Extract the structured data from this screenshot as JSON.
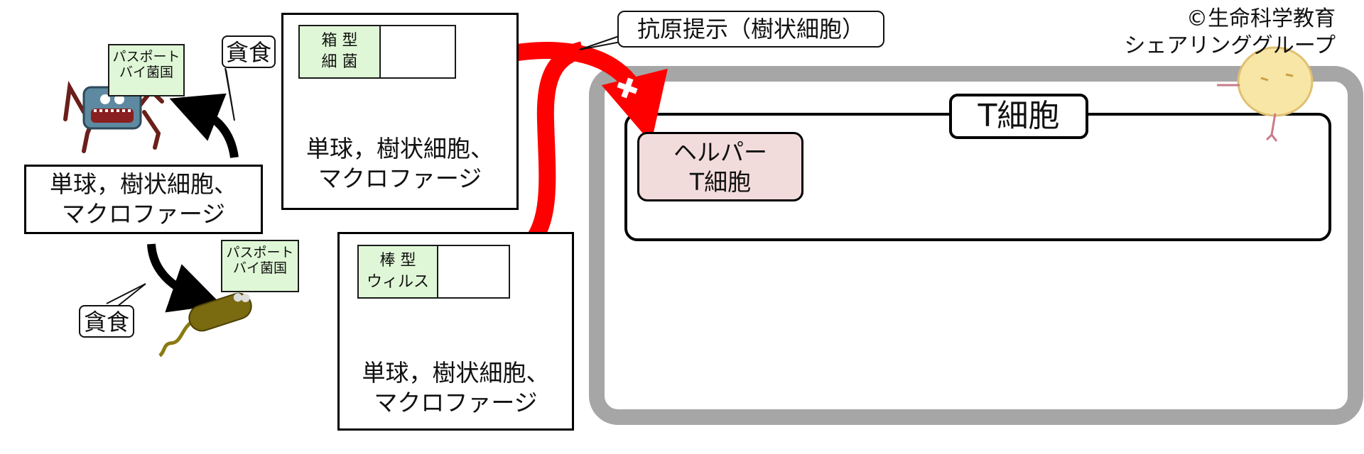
{
  "copyright": "©生命科学教育\nシェアリンググループ",
  "phagocyte_main": "単球，樹状細胞、\nマクロファージ",
  "phagocyte_box_top": "単球，樹状細胞、\nマクロファージ",
  "phagocyte_box_bottom": "単球，樹状細胞、\nマクロファージ",
  "passport_tag": "パスポート\nバイ菌国",
  "bacteria_label": "箱 型\n細 菌",
  "virus_label": "棒 型\nウィルス",
  "phagocytosis_label": "貪食",
  "antigen_presentation_label": "抗原提示（樹状細胞）",
  "t_cell_title": "T細胞",
  "helper_t_cell": "ヘルパー\nT細胞",
  "colors": {
    "red_arrow": "#ff0000",
    "blue_arrow": "#1515e0",
    "outer_frame": "#a6a6a6",
    "helper_fill": "#f2dcdb",
    "tag_fill": "#dff7d6"
  }
}
